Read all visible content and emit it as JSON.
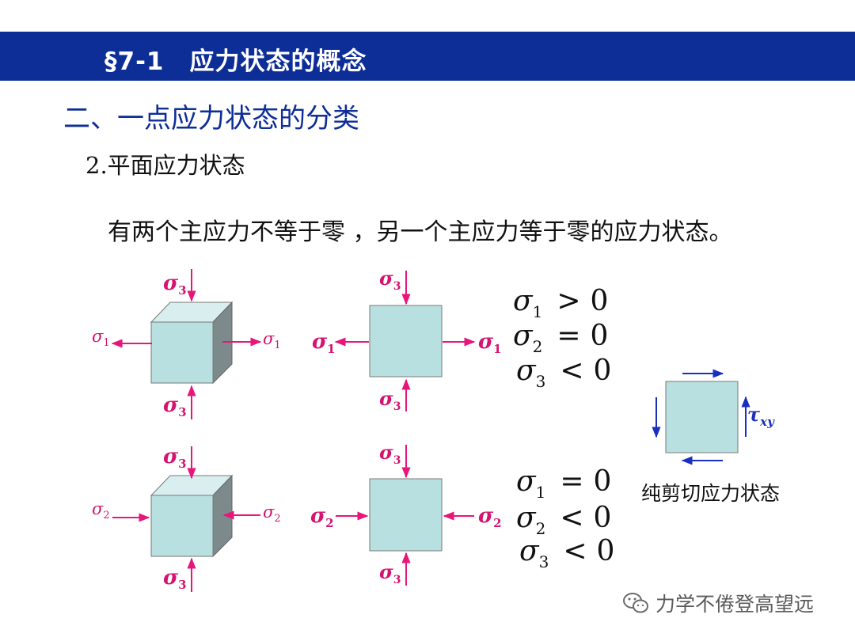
{
  "header": {
    "title": "§7-1　应力状态的概念",
    "background": "#0d2d97"
  },
  "section_heading": "二、一点应力状态的分类",
  "sub_heading": {
    "number": "2.",
    "text": "平面应力状态"
  },
  "definition": "有两个主应力不等于零 ，另一个主应力等于零的应力状态。",
  "diagram": {
    "symbols": {
      "sigma": "σ",
      "tau": "τ"
    },
    "subscripts": {
      "one": "1",
      "two": "2",
      "three": "3",
      "xy": "xy"
    },
    "case1": {
      "conditions": [
        {
          "sub": "1",
          "op": ">",
          "rhs": "0"
        },
        {
          "sub": "2",
          "op": "=",
          "rhs": "0"
        },
        {
          "sub": "3",
          "op": "<",
          "rhs": "0"
        }
      ]
    },
    "case2": {
      "conditions": [
        {
          "sub": "1",
          "op": "=",
          "rhs": "0"
        },
        {
          "sub": "2",
          "op": "<",
          "rhs": "0"
        },
        {
          "sub": "3",
          "op": "<",
          "rhs": "0"
        }
      ]
    },
    "shear_label": "纯剪切应力状态",
    "colors": {
      "arrow": "#e8157a",
      "label": "#d4146f",
      "fill": "#b9e0e0",
      "shear_arrow": "#1a2fc0"
    }
  },
  "watermark": {
    "text": "力学不倦登高望远",
    "icon": "wechat-icon"
  }
}
